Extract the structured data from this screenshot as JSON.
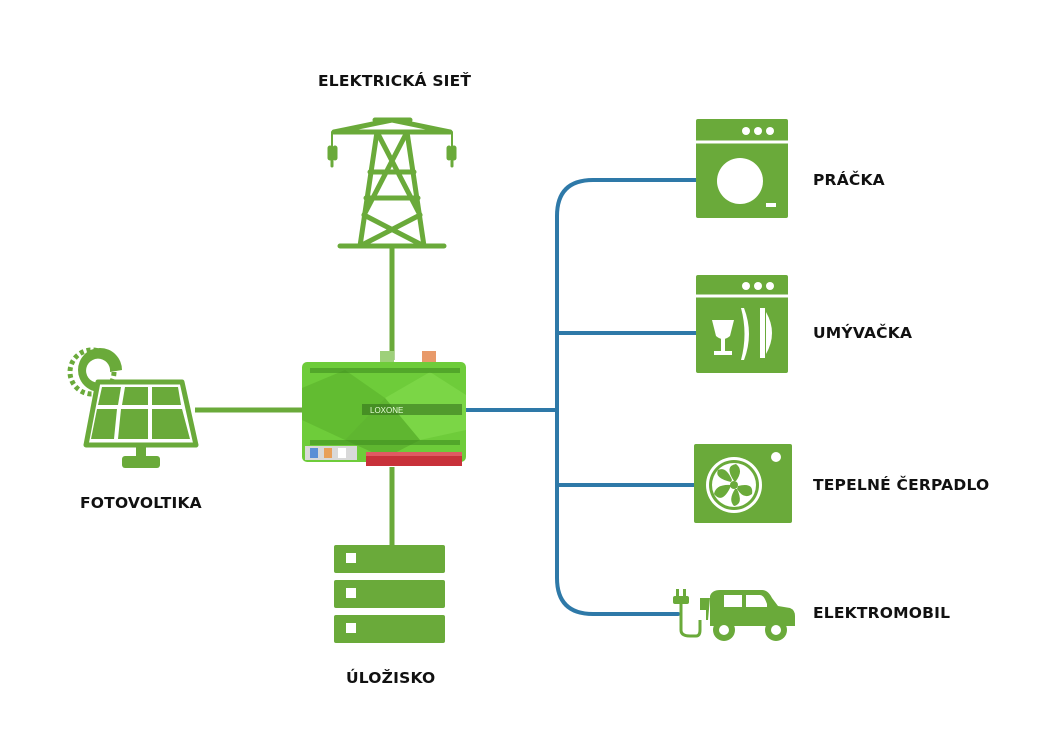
{
  "colors": {
    "green": "#6aaa3a",
    "blue": "#2e79a8",
    "controller": "#6ecc3a",
    "text": "#111111"
  },
  "nodes": {
    "grid": {
      "label": "ELEKTRICKÁ SIEŤ",
      "icon": "power-tower-icon"
    },
    "solar": {
      "label": "FOTOVOLTIKA",
      "icon": "solar-panel-icon"
    },
    "storage": {
      "label": "ÚLOŽISKO",
      "icon": "battery-storage-icon"
    },
    "controller": {
      "brand": "LOXONE",
      "icon": "miniserver-controller-icon"
    }
  },
  "consumers": [
    {
      "label": "PRÁČKA",
      "icon": "washing-machine-icon"
    },
    {
      "label": "UMÝVAČKA",
      "icon": "dishwasher-icon"
    },
    {
      "label": "TEPELNÉ ČERPADLO",
      "icon": "heat-pump-icon"
    },
    {
      "label": "ELEKTROMOBIL",
      "icon": "electric-car-icon"
    }
  ]
}
